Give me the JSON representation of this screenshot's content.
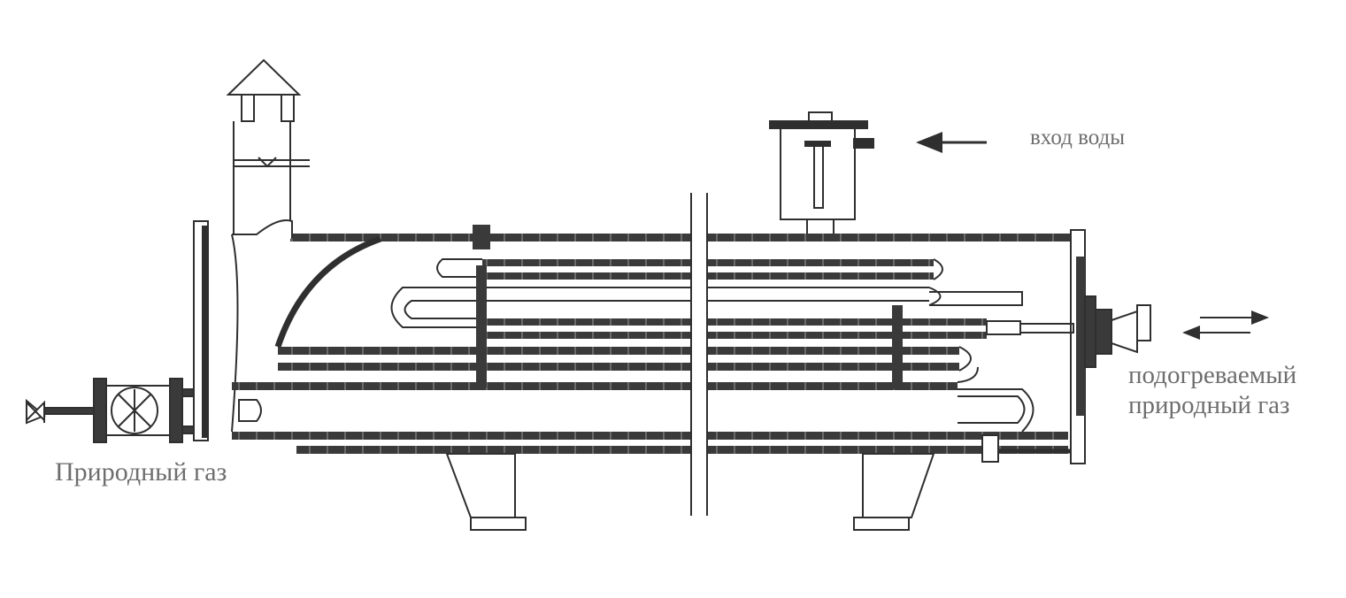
{
  "labels": {
    "water_inlet": "вход воды",
    "heated_gas_line1": "подогреваемый",
    "heated_gas_line2": "природный газ",
    "natural_gas": "Природный газ"
  },
  "colors": {
    "line": "#2f2f2f",
    "label": "#6e6e6e",
    "background": "#ffffff"
  },
  "icons": {
    "chimney": "chimney-with-cap",
    "burner_fan": "fan-circle",
    "valve": "bowtie-valve",
    "flow_arrows": "arrow"
  }
}
